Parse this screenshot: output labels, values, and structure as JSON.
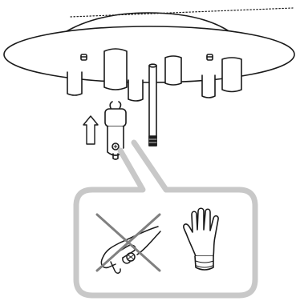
{
  "diagram": {
    "subject": "g9-bulb-installation",
    "colors": {
      "stroke": "#1a1a1a",
      "callout_border": "#c8c8c8",
      "cross": "#808080",
      "arrow_fill": "#ffffff"
    },
    "parts": [
      {
        "name": "mounting-dome-icon"
      },
      {
        "name": "chandelier-canopy-icon"
      },
      {
        "name": "shade-cylinder-icon"
      },
      {
        "name": "center-rod-icon"
      },
      {
        "name": "g9-bulb-icon"
      },
      {
        "name": "up-arrow-icon"
      }
    ],
    "callout": {
      "items": [
        {
          "name": "bare-hand-crossed-out-icon",
          "meaning": "do-not-touch-bulb-with-bare-hands"
        },
        {
          "name": "gloved-hand-icon",
          "meaning": "use-gloves"
        }
      ]
    }
  }
}
